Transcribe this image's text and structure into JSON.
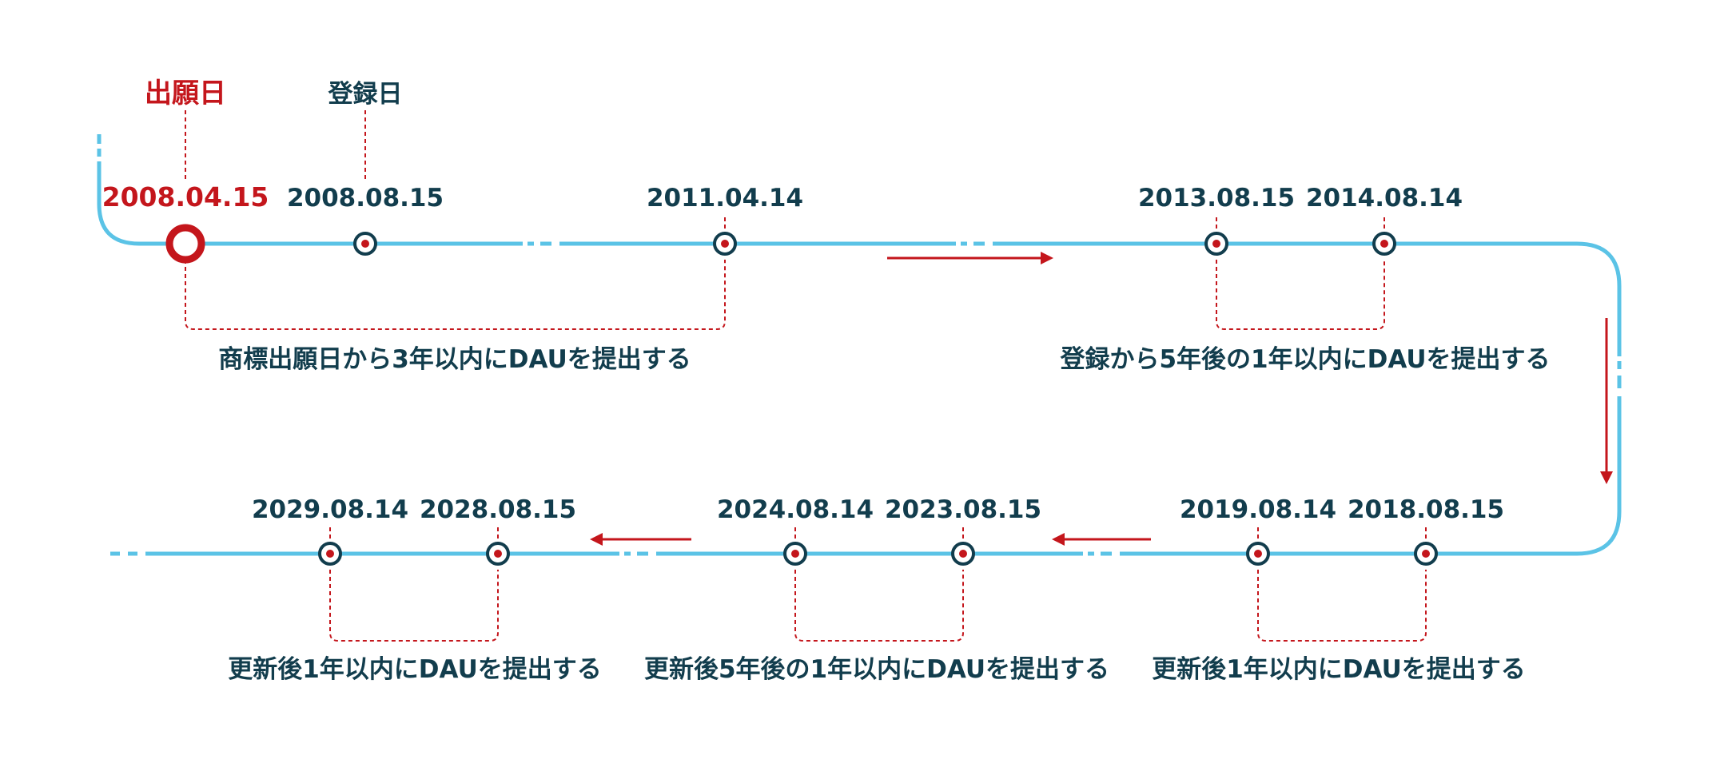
{
  "labels": {
    "filing_day": "出願日",
    "registration_day": "登録日"
  },
  "dates": {
    "filing": "2008.04.15",
    "registration": "2008.08.15",
    "d2011": "2011.04.14",
    "d2013": "2013.08.15",
    "d2014": "2014.08.14",
    "d2018": "2018.08.15",
    "d2019": "2019.08.14",
    "d2023": "2023.08.15",
    "d2024": "2024.08.14",
    "d2028": "2028.08.15",
    "d2029": "2029.08.14"
  },
  "captions": {
    "c1": "商標出願日から3年以内にDAUを提出する",
    "c2": "登録から5年後の1年以内にDAUを提出する",
    "c3": "更新後1年以内にDAUを提出する",
    "c4": "更新後5年後の1年以内にDAUを提出する",
    "c5": "更新後1年以内にDAUを提出する"
  },
  "colors": {
    "timeline": "#5bc3e6",
    "accent_red": "#c4161c",
    "text_dark": "#123d4d"
  }
}
